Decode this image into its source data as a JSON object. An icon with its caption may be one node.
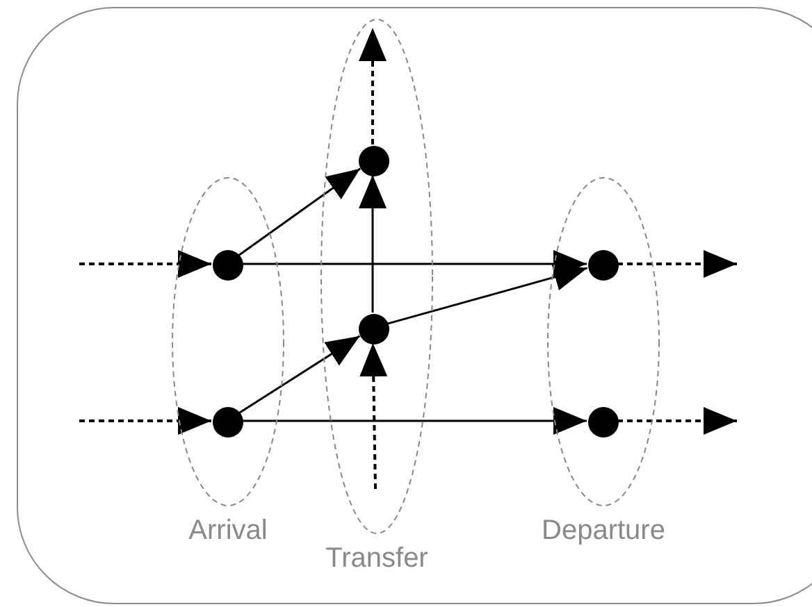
{
  "diagram": {
    "nodes": [
      {
        "text": [],
        "shape": "box"
      },
      {
        "text": [
          "Arrival"
        ],
        "in": 0
      },
      {
        "text": [],
        "shape": "circle",
        "in": 1
      },
      {
        "text": [],
        "shape": "circle",
        "in": 1
      },
      {
        "text": [
          "Transfer"
        ],
        "in": 0
      },
      {
        "text": [],
        "shape": "circle",
        "in": 4
      },
      {
        "text": [],
        "shape": "circle",
        "in": 4
      },
      {
        "text": [
          "Departure"
        ],
        "in": 0
      },
      {
        "text": [],
        "shape": "circle",
        "in": 7
      },
      {
        "text": [],
        "shape": "circle",
        "in": 7
      }
    ],
    "edges": [
      {
        "from": null,
        "to": 2,
        "arrow": "to",
        "style": "dashed"
      },
      {
        "from": null,
        "to": 3,
        "arrow": "to",
        "style": "dashed"
      },
      {
        "from": 2,
        "to": 5,
        "arrow": "to"
      },
      {
        "from": 2,
        "to": 8,
        "arrow": "to"
      },
      {
        "from": 3,
        "to": 6,
        "arrow": "to"
      },
      {
        "from": 3,
        "to": 9,
        "arrow": "to"
      },
      {
        "from": 6,
        "to": 5,
        "arrow": "to"
      },
      {
        "from": 6,
        "to": 8,
        "arrow": "to"
      },
      {
        "from": null,
        "to": 6,
        "arrow": "to",
        "style": "dashed"
      },
      {
        "from": 5,
        "to": null,
        "arrow": "to",
        "style": "dashed"
      },
      {
        "from": 8,
        "to": null,
        "arrow": "to",
        "style": "dashed"
      },
      {
        "from": 9,
        "to": null,
        "arrow": "to",
        "style": "dashed"
      }
    ]
  }
}
